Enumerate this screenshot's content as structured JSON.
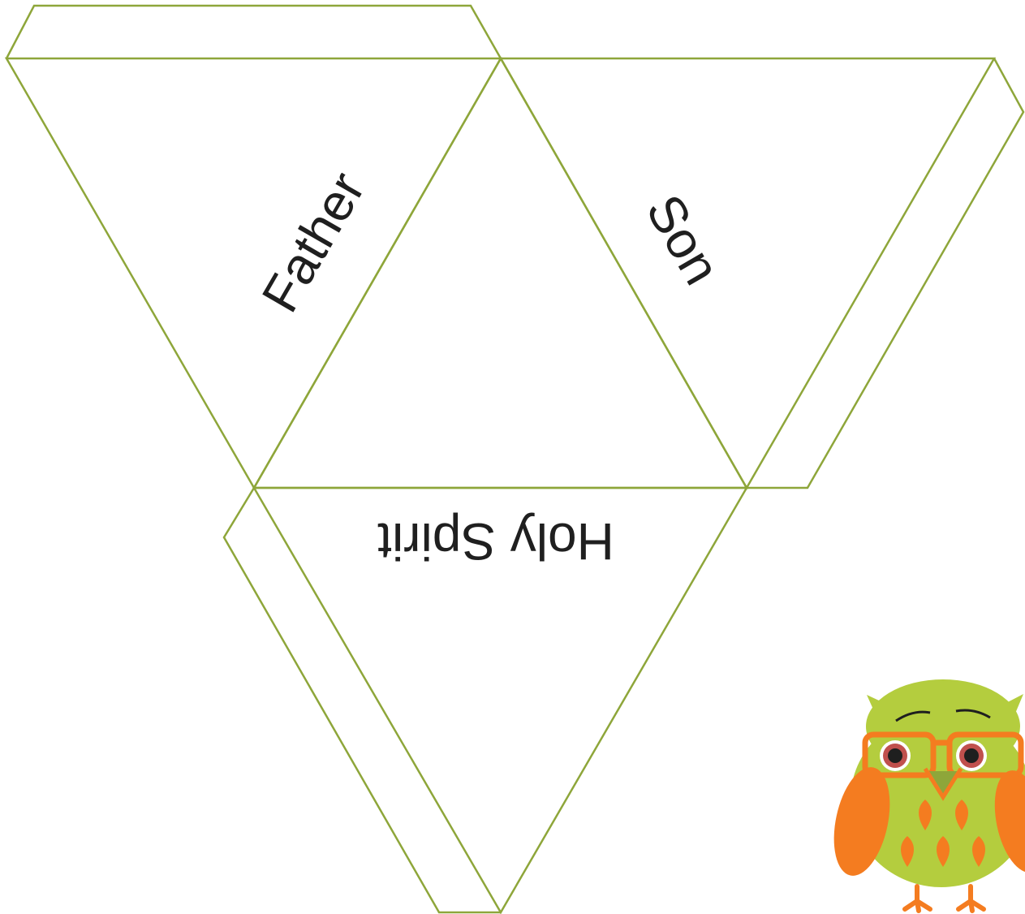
{
  "faces": {
    "left": "Father",
    "right": "Son",
    "bottom": "Holy Spirit"
  },
  "colors": {
    "outline": "#8ea63a",
    "owl_body": "#b4cd3e",
    "owl_orange": "#f47c20",
    "owl_beak": "#8ea63a",
    "eye_iris": "#c0504d",
    "ink": "#1f1f1f"
  },
  "decoration": {
    "icon": "owl-with-glasses-icon"
  }
}
